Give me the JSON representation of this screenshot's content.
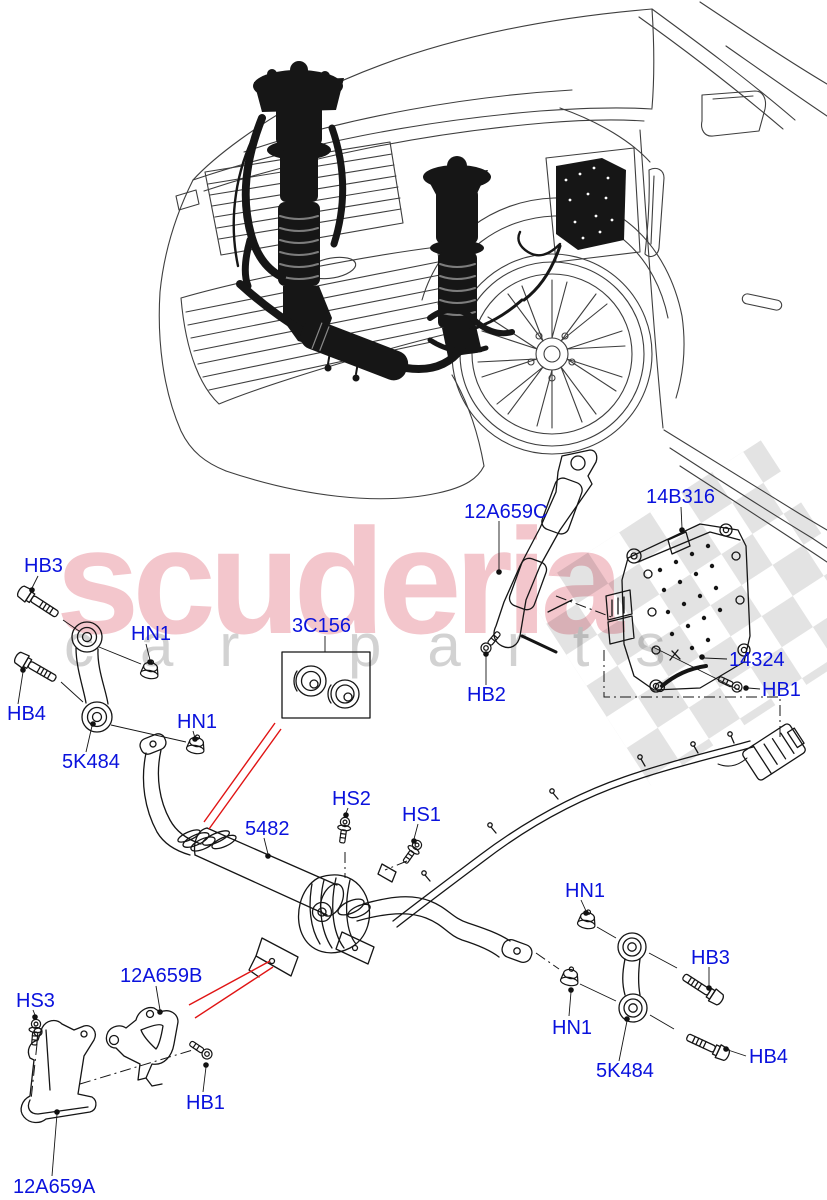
{
  "watermark": {
    "brand": "scuderia",
    "tagline": "car parts"
  },
  "diagram": {
    "callout_color": "#0a12dd",
    "leader_color": "#e01414",
    "watermark_pink": "#f3c6cc",
    "watermark_gray": "#d2d2d2",
    "callouts": {
      "hb3_front": "HB3",
      "hn1_front_upper": "HN1",
      "hb4_front": "HB4",
      "link_front": "5K484",
      "hn1_front_lower": "HN1",
      "bushing_kit": "3C156",
      "bracket_upper": "12A659C",
      "control_module": "14B316",
      "ground_strap": "14324",
      "hb2_screw": "HB2",
      "hb1_module": "HB1",
      "active_bar": "5482",
      "hs2_screw": "HS2",
      "hs1_screw": "HS1",
      "hn1_rear_upper": "HN1",
      "hb3_rear": "HB3",
      "bracket_middle": "12A659B",
      "hs3_screw": "HS3",
      "hn1_rear_lower": "HN1",
      "hb4_rear": "HB4",
      "link_rear": "5K484",
      "bracket_lower": "12A659A",
      "hb1_bracket": "HB1"
    }
  }
}
